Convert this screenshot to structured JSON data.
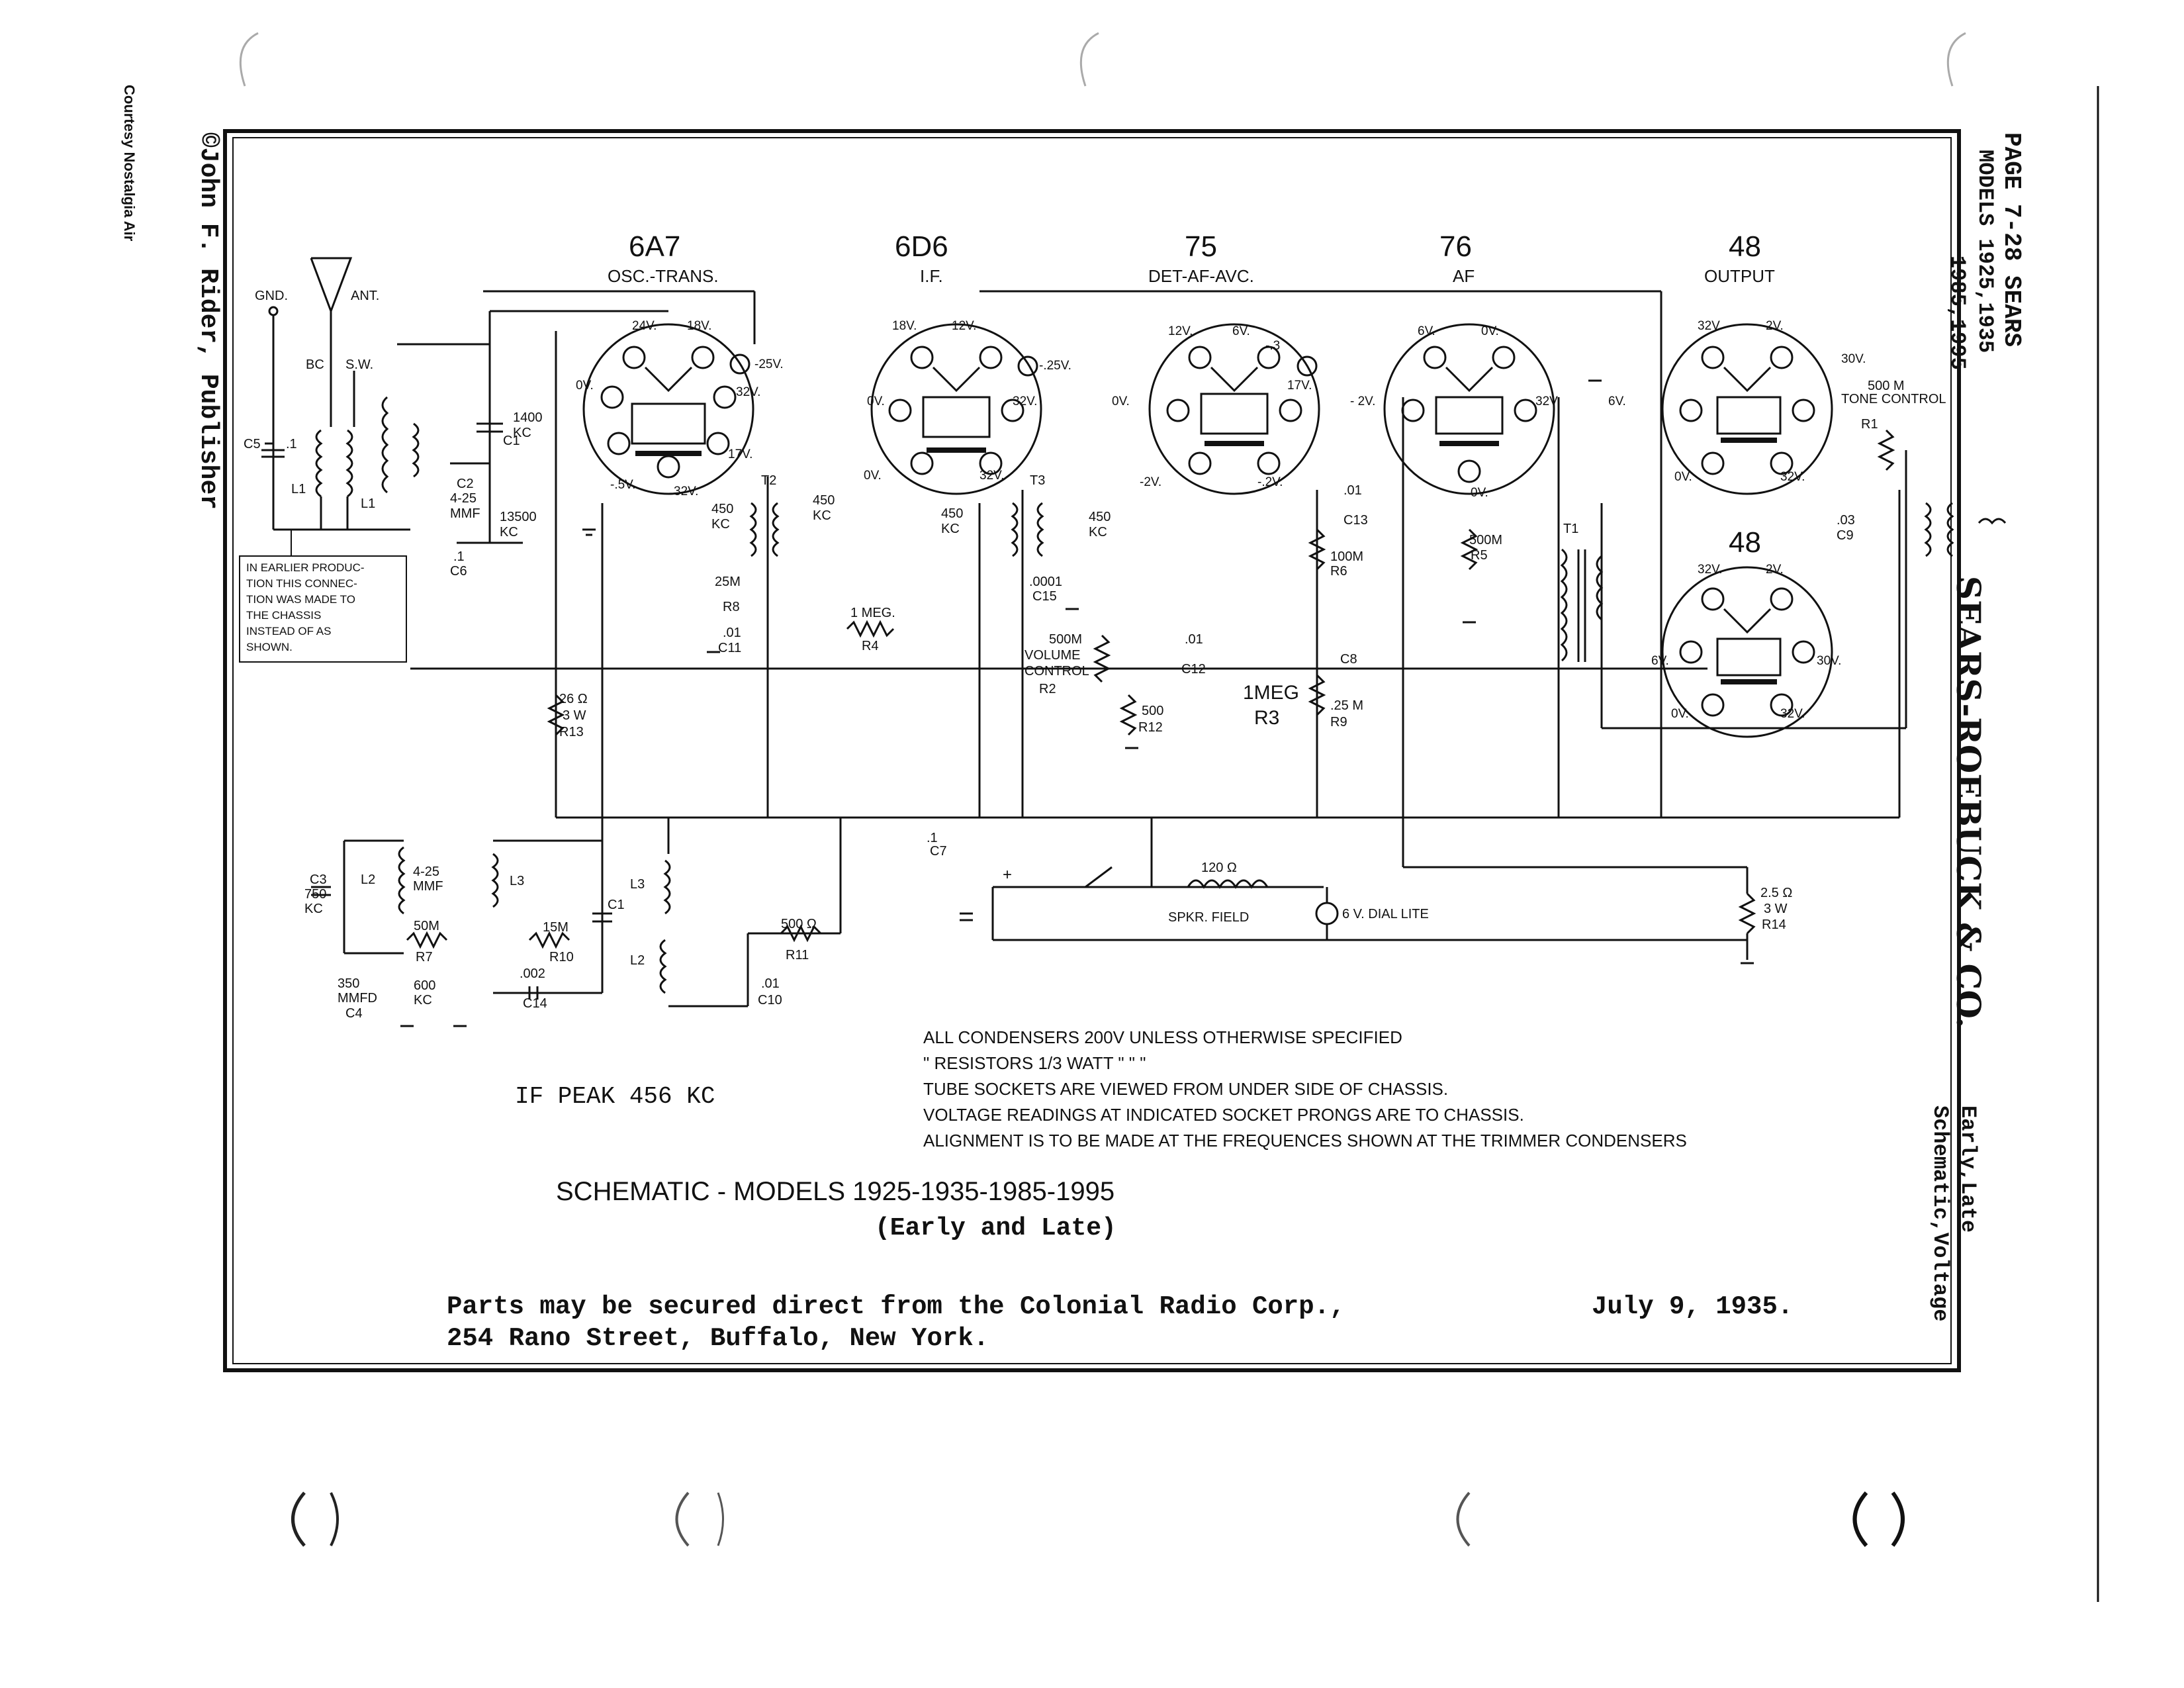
{
  "margin": {
    "courtesy": "Courtesy Nostalgia Air",
    "publisher": "©John F. Rider, Publisher"
  },
  "side": {
    "page": "PAGE 7-28 SEARS",
    "models_1": "MODELS 1925,1935",
    "models_2": "1985,1995",
    "company": "SEARS-ROEBUCK & CO.",
    "note_1": "Early,Late",
    "note_2": "Schematic,Voltage"
  },
  "tubes": [
    {
      "type": "6A7",
      "function": "OSC.-TRANS."
    },
    {
      "type": "6D6",
      "function": "I.F."
    },
    {
      "type": "75",
      "function": "DET-AF-AVC."
    },
    {
      "type": "76",
      "function": "AF"
    },
    {
      "type": "48",
      "function": "OUTPUT"
    },
    {
      "type": "48",
      "function": ""
    }
  ],
  "callout": [
    "IN EARLIER PRODUC-",
    "TION THIS CONNEC-",
    "TION WAS MADE TO",
    "THE CHASSIS",
    "INSTEAD OF AS",
    "SHOWN."
  ],
  "labels": {
    "gnd": "GND.",
    "ant": "ANT.",
    "bc": "BC",
    "sw": "S.W.",
    "c5": "C5",
    "c5v": ".1",
    "l1": "L1",
    "c1": "C1",
    "c1b": "1400 KC",
    "c2": "C2",
    "c2v": "4-25 MMF",
    "k13500": "13500 KC",
    "c6": "C6",
    "c6v": ".1",
    "t2": "T2",
    "t3": "T3",
    "k450a": "450 KC",
    "k450b": "450 KC",
    "k450c": "450 KC",
    "k450d": "450 KC",
    "r8": "R8",
    "r8v": "25M",
    "c11": "C11",
    "c11v": ".01",
    "c15": "C15",
    "c15v": ".0001",
    "r4": "R4",
    "r4v": "1 MEG.",
    "r2": "R2",
    "r2v": "500M",
    "vol": "VOLUME CONTROL",
    "c12": "C12",
    "c12v": ".01",
    "r12": "R12",
    "r12v": "500",
    "r3": "R3",
    "r3v": "1MEG",
    "r6": "R6",
    "r6v": "100M",
    "r9": "R9",
    "r9v": ".25 M",
    "c13": "C13",
    "c13v": ".01",
    "c8": "C8",
    "r5": "R5",
    "r5v": "500M",
    "t1": "T1",
    "r1": "R1",
    "r1v": "500 M",
    "tone": "TONE CONTROL",
    "c9": "C9",
    "c9v": ".03",
    "r13": "R13",
    "r13v": "26 Ω",
    "r13w": "3 W",
    "c7": "C7",
    "c7v": ".1",
    "c3": "C3",
    "c3v": "750 KC",
    "l2": "L2",
    "l2b": "L2",
    "l3": "L3",
    "l3b": "L3",
    "mmf": "4-25 MMF",
    "r7": "R7",
    "r7v": "50M",
    "c4": "C4",
    "c4v": "350 MMFD",
    "k600": "600 KC",
    "r10": "R10",
    "r10v": "15M",
    "c14": "C14",
    "c14v": ".002",
    "c1c": "C1",
    "r11": "R11",
    "r11v": "500 Ω",
    "c10": "C10",
    "c10v": ".01",
    "field": "SPKR. FIELD",
    "fieldv": "120 Ω",
    "dial": "6 V. DIAL LITE",
    "r14": "R14",
    "r14v": "2.5 Ω",
    "r14w": "3 W",
    "plus": "+",
    "minus": "-"
  },
  "voltages": {
    "v24": "24V.",
    "v18": "18V.",
    "v25a": "-25V.",
    "v32a": "32V.",
    "v0a": "0V.",
    "v5": "-.5V.",
    "v17a": "17V.",
    "v32b": "32V.",
    "v18b": "18V.",
    "v12": "12V.",
    "v25b": "-.25V.",
    "v32c": "32V.",
    "v0b": "0V.",
    "v0c": "0V.",
    "v32d": "32V.",
    "v12b": "12V.",
    "v6a": "6V.",
    "v3": "-.3",
    "v17b": "17V.",
    "v0d": "0V.",
    "v2a": "-2V.",
    "v2b": "-.2V.",
    "v6b": "6V.",
    "v0e": "0V.",
    "v2c": "- 2V.",
    "v32e": "32V.",
    "v0f": "0V.",
    "v32f": "32V.",
    "v2d": "2V.",
    "v30a": "30V.",
    "v6c": "6V.",
    "v0g": "0V.",
    "v32g": "32V.",
    "v32h": "32V.",
    "v2e": "2V.",
    "v6d": "6V.",
    "v30b": "30V.",
    "v0h": "0V.",
    "v32i": "32V."
  },
  "notes": {
    "l1": "ALL CONDENSERS 200V UNLESS OTHERWISE SPECIFIED",
    "l2": "\"    RESISTORS 1/3 WATT        \"              \"              \"",
    "l3": "TUBE SOCKETS ARE VIEWED FROM UNDER SIDE OF CHASSIS.",
    "l4": "VOLTAGE READINGS AT INDICATED SOCKET PRONGS ARE TO CHASSIS.",
    "l5": "ALIGNMENT IS TO BE MADE AT THE FREQUENCES SHOWN AT THE TRIMMER CONDENSERS"
  },
  "if_peak": "IF PEAK 456 KC",
  "title": "SCHEMATIC - MODELS 1925-1935-1985-1995",
  "subtitle": "(Early and Late)",
  "parts_1": "Parts may be secured direct from the Colonial Radio Corp.,",
  "parts_2": "254 Rano Street, Buffalo, New York.",
  "date": "July 9, 1935."
}
